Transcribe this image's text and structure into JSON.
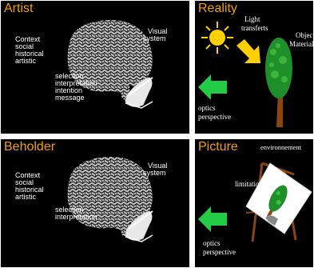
{
  "panels": {
    "artist": {
      "title": "Artist",
      "context_lines": [
        "Context",
        "social",
        "historical",
        "artistic"
      ],
      "visual_system": [
        "Visual",
        "system"
      ],
      "process_lines": [
        "selection",
        "interpretation",
        "intention",
        "message"
      ]
    },
    "reality": {
      "title": "Reality",
      "light": [
        "Light",
        "transferts"
      ],
      "objects": [
        "Objects",
        "Materials"
      ],
      "optics": [
        "optics",
        "perspective"
      ]
    },
    "beholder": {
      "title": "Beholder",
      "context_lines": [
        "Context",
        "social",
        "historical",
        "artistic"
      ],
      "visual_system": [
        "Visual",
        "system"
      ],
      "process_lines": [
        "selection",
        "interpretation"
      ]
    },
    "picture": {
      "title": "Picture",
      "environment": "environnement",
      "limitations": "limitations",
      "optics": [
        "optics",
        "perspective"
      ]
    }
  },
  "colors": {
    "title": "#f0a000",
    "arrow_green": "#22cc44",
    "arrow_yellow": "#ffd000",
    "sun": "#ffd000",
    "tree_green": "#1f8f2a",
    "trunk": "#8a4510"
  },
  "icons": [
    "brain-icon",
    "hand-icon",
    "sun-icon",
    "tree-icon",
    "easel-icon",
    "arrow-icon"
  ]
}
